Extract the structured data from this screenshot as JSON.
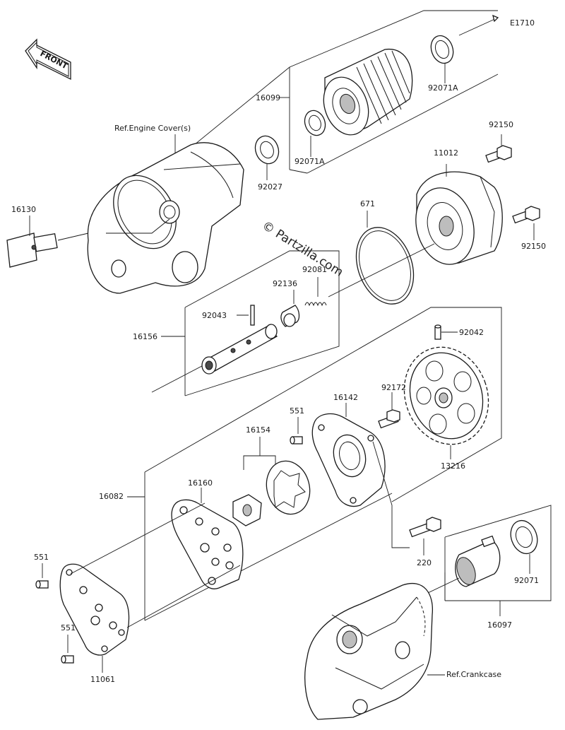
{
  "diagram_code": "E1710",
  "front_badge": "FRONT",
  "watermark": "© Partzilla.com",
  "callouts": {
    "p16099": "16099",
    "p92071A_top": "92071A",
    "p92071A_mid": "92071A",
    "p92027": "92027",
    "p92150_top": "92150",
    "p11012": "11012",
    "p671": "671",
    "p92150_right": "92150",
    "p16130": "16130",
    "p92081": "92081",
    "p92136": "92136",
    "p92043": "92043",
    "p16156": "16156",
    "p92042": "92042",
    "p92172": "92172",
    "p16142": "16142",
    "p551_top": "551",
    "p16154": "16154",
    "p13216": "13216",
    "p16160": "16160",
    "p16082": "16082",
    "p551_left": "551",
    "p220": "220",
    "p92071": "92071",
    "p551_bottom": "551",
    "p11061": "11061",
    "p16097": "16097"
  },
  "refs": {
    "engine_cover": "Ref.Engine Cover(s)",
    "crankcase": "Ref.Crankcase"
  }
}
